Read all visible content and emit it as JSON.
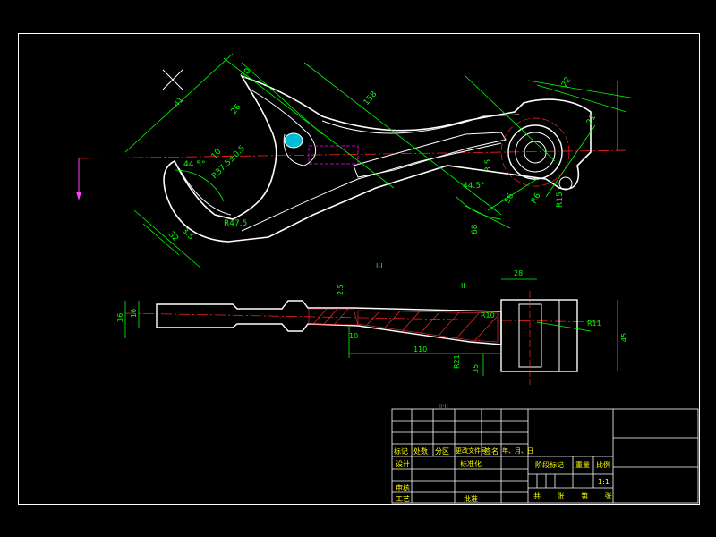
{
  "drawing": {
    "section_label": "I-I",
    "view_label": "II-II",
    "scale": "1:1",
    "colors": {
      "background": "#000000",
      "frame": "#ffffff",
      "part_outline": "#ffffff",
      "dimension": "#00ff00",
      "centerline": "#ff2020",
      "hatch": "#ff3030",
      "hidden": "#ff00ff",
      "section_arrow": "#ff40ff",
      "hatch_fill": "#00bcd4",
      "title_text": "#ffff00"
    },
    "dimensions": {
      "top_view": [
        "41",
        "26",
        "20",
        "10",
        "R37.5±0.5",
        "44.5°",
        "R47.5",
        "3.5",
        "32",
        "158",
        "44.5°",
        "R15",
        "22",
        "21",
        "56",
        "R6",
        "68",
        "3.5"
      ],
      "bottom_view": [
        "36",
        "16",
        "2.5",
        "10",
        "110",
        "28",
        "R10",
        "R11",
        "R21",
        "45",
        "35"
      ]
    },
    "title_block": {
      "row_labels_left": [
        "标记",
        "处数",
        "分区",
        "更改文件号",
        "签名",
        "年、月、日"
      ],
      "design_label": "设计",
      "standard_label": "标准化",
      "review_label": "审核",
      "process_label": "工艺",
      "approve_label": "批准",
      "stage_mark_label": "阶段标记",
      "weight_label": "重量",
      "scale_label": "比例",
      "sheet_label": "共  张  第  张"
    }
  }
}
